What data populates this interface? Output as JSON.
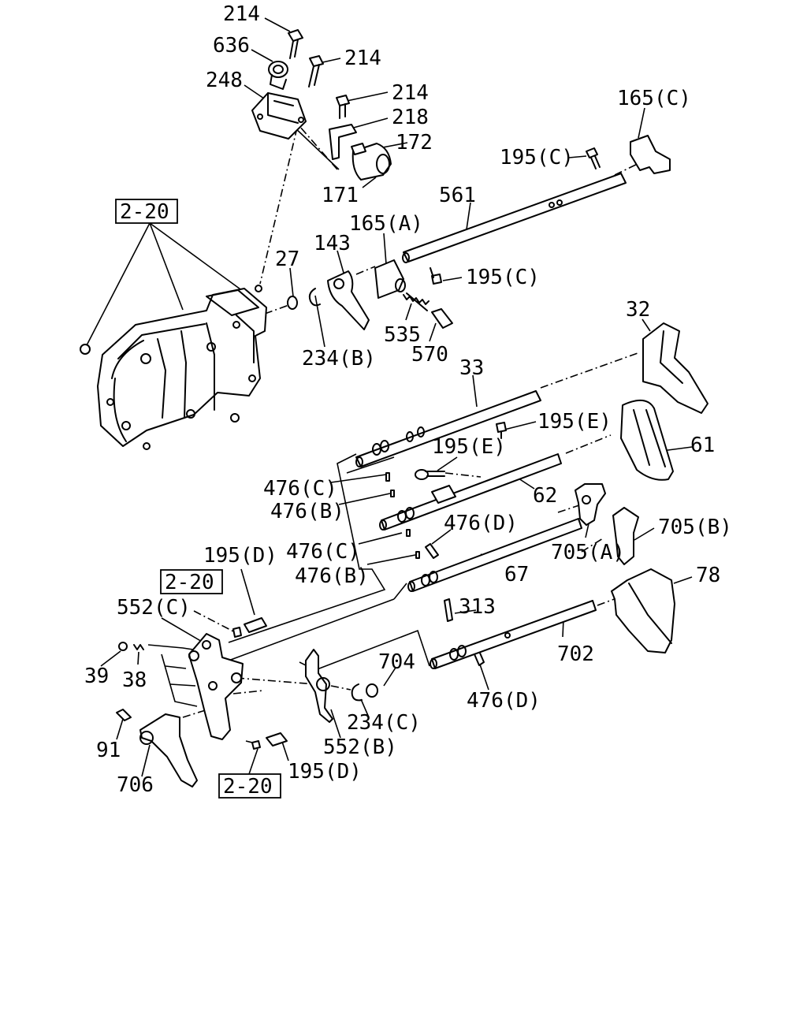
{
  "diagram": {
    "ref_boxes": [
      "2-20",
      "2-20",
      "2-20"
    ],
    "labels": [
      "214",
      "636",
      "214",
      "248",
      "214",
      "218",
      "172",
      "171",
      "165(C)",
      "195(C)",
      "561",
      "165(A)",
      "143",
      "27",
      "195(C)",
      "535",
      "570",
      "234(B)",
      "32",
      "33",
      "195(E)",
      "61",
      "195(E)",
      "476(C)",
      "62",
      "476(B)",
      "476(D)",
      "705(B)",
      "705(A)",
      "476(C)",
      "476(B)",
      "67",
      "78",
      "195(D)",
      "552(C)",
      "313",
      "702",
      "704",
      "39",
      "38",
      "234(C)",
      "476(D)",
      "91",
      "552(B)",
      "195(D)",
      "706"
    ]
  }
}
